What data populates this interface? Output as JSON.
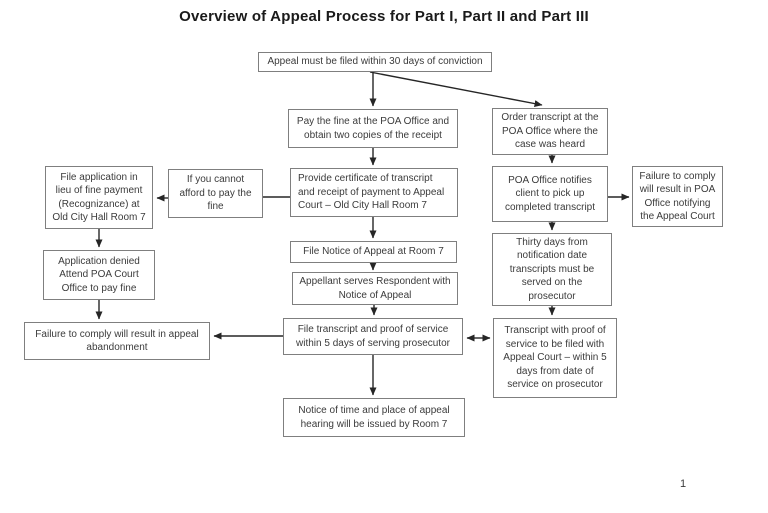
{
  "title": "Overview of Appeal Process for Part I, Part II and Part III",
  "page_number": "1",
  "colors": {
    "background": "#ffffff",
    "box_border": "#7f7f7f",
    "box_fill": "#ffffff",
    "text": "#3b3b3b",
    "title_text": "#1a1a1a",
    "arrow": "#262626"
  },
  "boxes": {
    "appeal_filed": {
      "text": "Appeal must be filed within 30 days of conviction"
    },
    "pay_fine": {
      "text": "Pay the fine at the POA Office and\nobtain two copies of the receipt"
    },
    "provide_certificate": {
      "text": "Provide certificate of transcript\nand receipt of payment to Appeal\nCourt – Old City Hall Room 7"
    },
    "file_notice": {
      "text": "File Notice of Appeal at Room 7"
    },
    "appellant_serves": {
      "text": "Appellant serves Respondent with\nNotice of Appeal"
    },
    "file_transcript": {
      "text": "File transcript and proof of service\nwithin 5 days of serving prosecutor"
    },
    "notice_hearing": {
      "text": "Notice of time and place of appeal\nhearing will be issued by Room 7"
    },
    "cannot_afford": {
      "text": "If you cannot\nafford to pay the\nfine"
    },
    "file_application": {
      "text": "File application in\nlieu of fine payment\n(Recognizance) at\nOld City Hall Room 7"
    },
    "application_denied": {
      "text": "Application denied\nAttend POA Court\nOffice to pay fine"
    },
    "failure_abandonment": {
      "text": "Failure to comply will result in appeal\nabandonment"
    },
    "order_transcript": {
      "text": "Order transcript at the\nPOA Office where the\ncase was heard"
    },
    "poa_notifies": {
      "text": "POA Office notifies\nclient to pick up\ncompleted transcript"
    },
    "failure_poa_notify": {
      "text": "Failure to comply\nwill result in POA\nOffice notifying\nthe Appeal Court"
    },
    "thirty_days": {
      "text": "Thirty days from\nnotification date\ntranscripts must be\nserved on the\nprosecutor"
    },
    "transcript_proof": {
      "text": "Transcript with proof of\nservice to be filed with\nAppeal Court – within 5\ndays from date of\nservice on prosecutor"
    }
  },
  "edges": [
    {
      "from": "appeal_filed",
      "to": "pay_fine",
      "style": "arrow"
    },
    {
      "from": "appeal_filed",
      "to": "order_transcript",
      "style": "arrow-diagonal"
    },
    {
      "from": "pay_fine",
      "to": "provide_certificate",
      "style": "arrow"
    },
    {
      "from": "provide_certificate",
      "to": "cannot_afford",
      "style": "line"
    },
    {
      "from": "cannot_afford",
      "to": "file_application",
      "style": "arrow"
    },
    {
      "from": "file_application",
      "to": "application_denied",
      "style": "arrow"
    },
    {
      "from": "application_denied",
      "to": "failure_abandonment",
      "style": "arrow"
    },
    {
      "from": "provide_certificate",
      "to": "file_notice",
      "style": "arrow"
    },
    {
      "from": "file_notice",
      "to": "appellant_serves",
      "style": "arrow"
    },
    {
      "from": "appellant_serves",
      "to": "file_transcript",
      "style": "arrow"
    },
    {
      "from": "file_transcript",
      "to": "failure_abandonment",
      "style": "arrow"
    },
    {
      "from": "file_transcript",
      "to": "transcript_proof",
      "style": "double-arrow"
    },
    {
      "from": "file_transcript",
      "to": "notice_hearing",
      "style": "arrow"
    },
    {
      "from": "order_transcript",
      "to": "poa_notifies",
      "style": "arrow"
    },
    {
      "from": "poa_notifies",
      "to": "failure_poa_notify",
      "style": "arrow"
    },
    {
      "from": "poa_notifies",
      "to": "thirty_days",
      "style": "arrow"
    },
    {
      "from": "thirty_days",
      "to": "transcript_proof",
      "style": "arrow"
    }
  ]
}
